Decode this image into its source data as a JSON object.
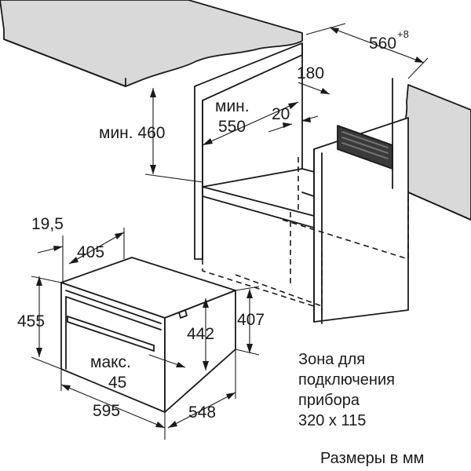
{
  "dimensions": {
    "countertop_gap": "560",
    "countertop_gap_tolerance": "+8",
    "min_height": "мин. 460",
    "min_depth_prefix": "мин.",
    "min_depth_value": "550",
    "width_180": "180",
    "width_20": "20",
    "unit_offset": "19,5",
    "unit_405": "405",
    "unit_455": "455",
    "unit_442": "442",
    "unit_407": "407",
    "max_prefix": "макс.",
    "max_value": "45",
    "unit_width": "595",
    "unit_depth": "548"
  },
  "connection_zone": {
    "line1": "Зона для",
    "line2": "подключения",
    "line3": "прибора",
    "line4": "320 x 115"
  },
  "footer": {
    "units_note": "Размеры в мм"
  }
}
